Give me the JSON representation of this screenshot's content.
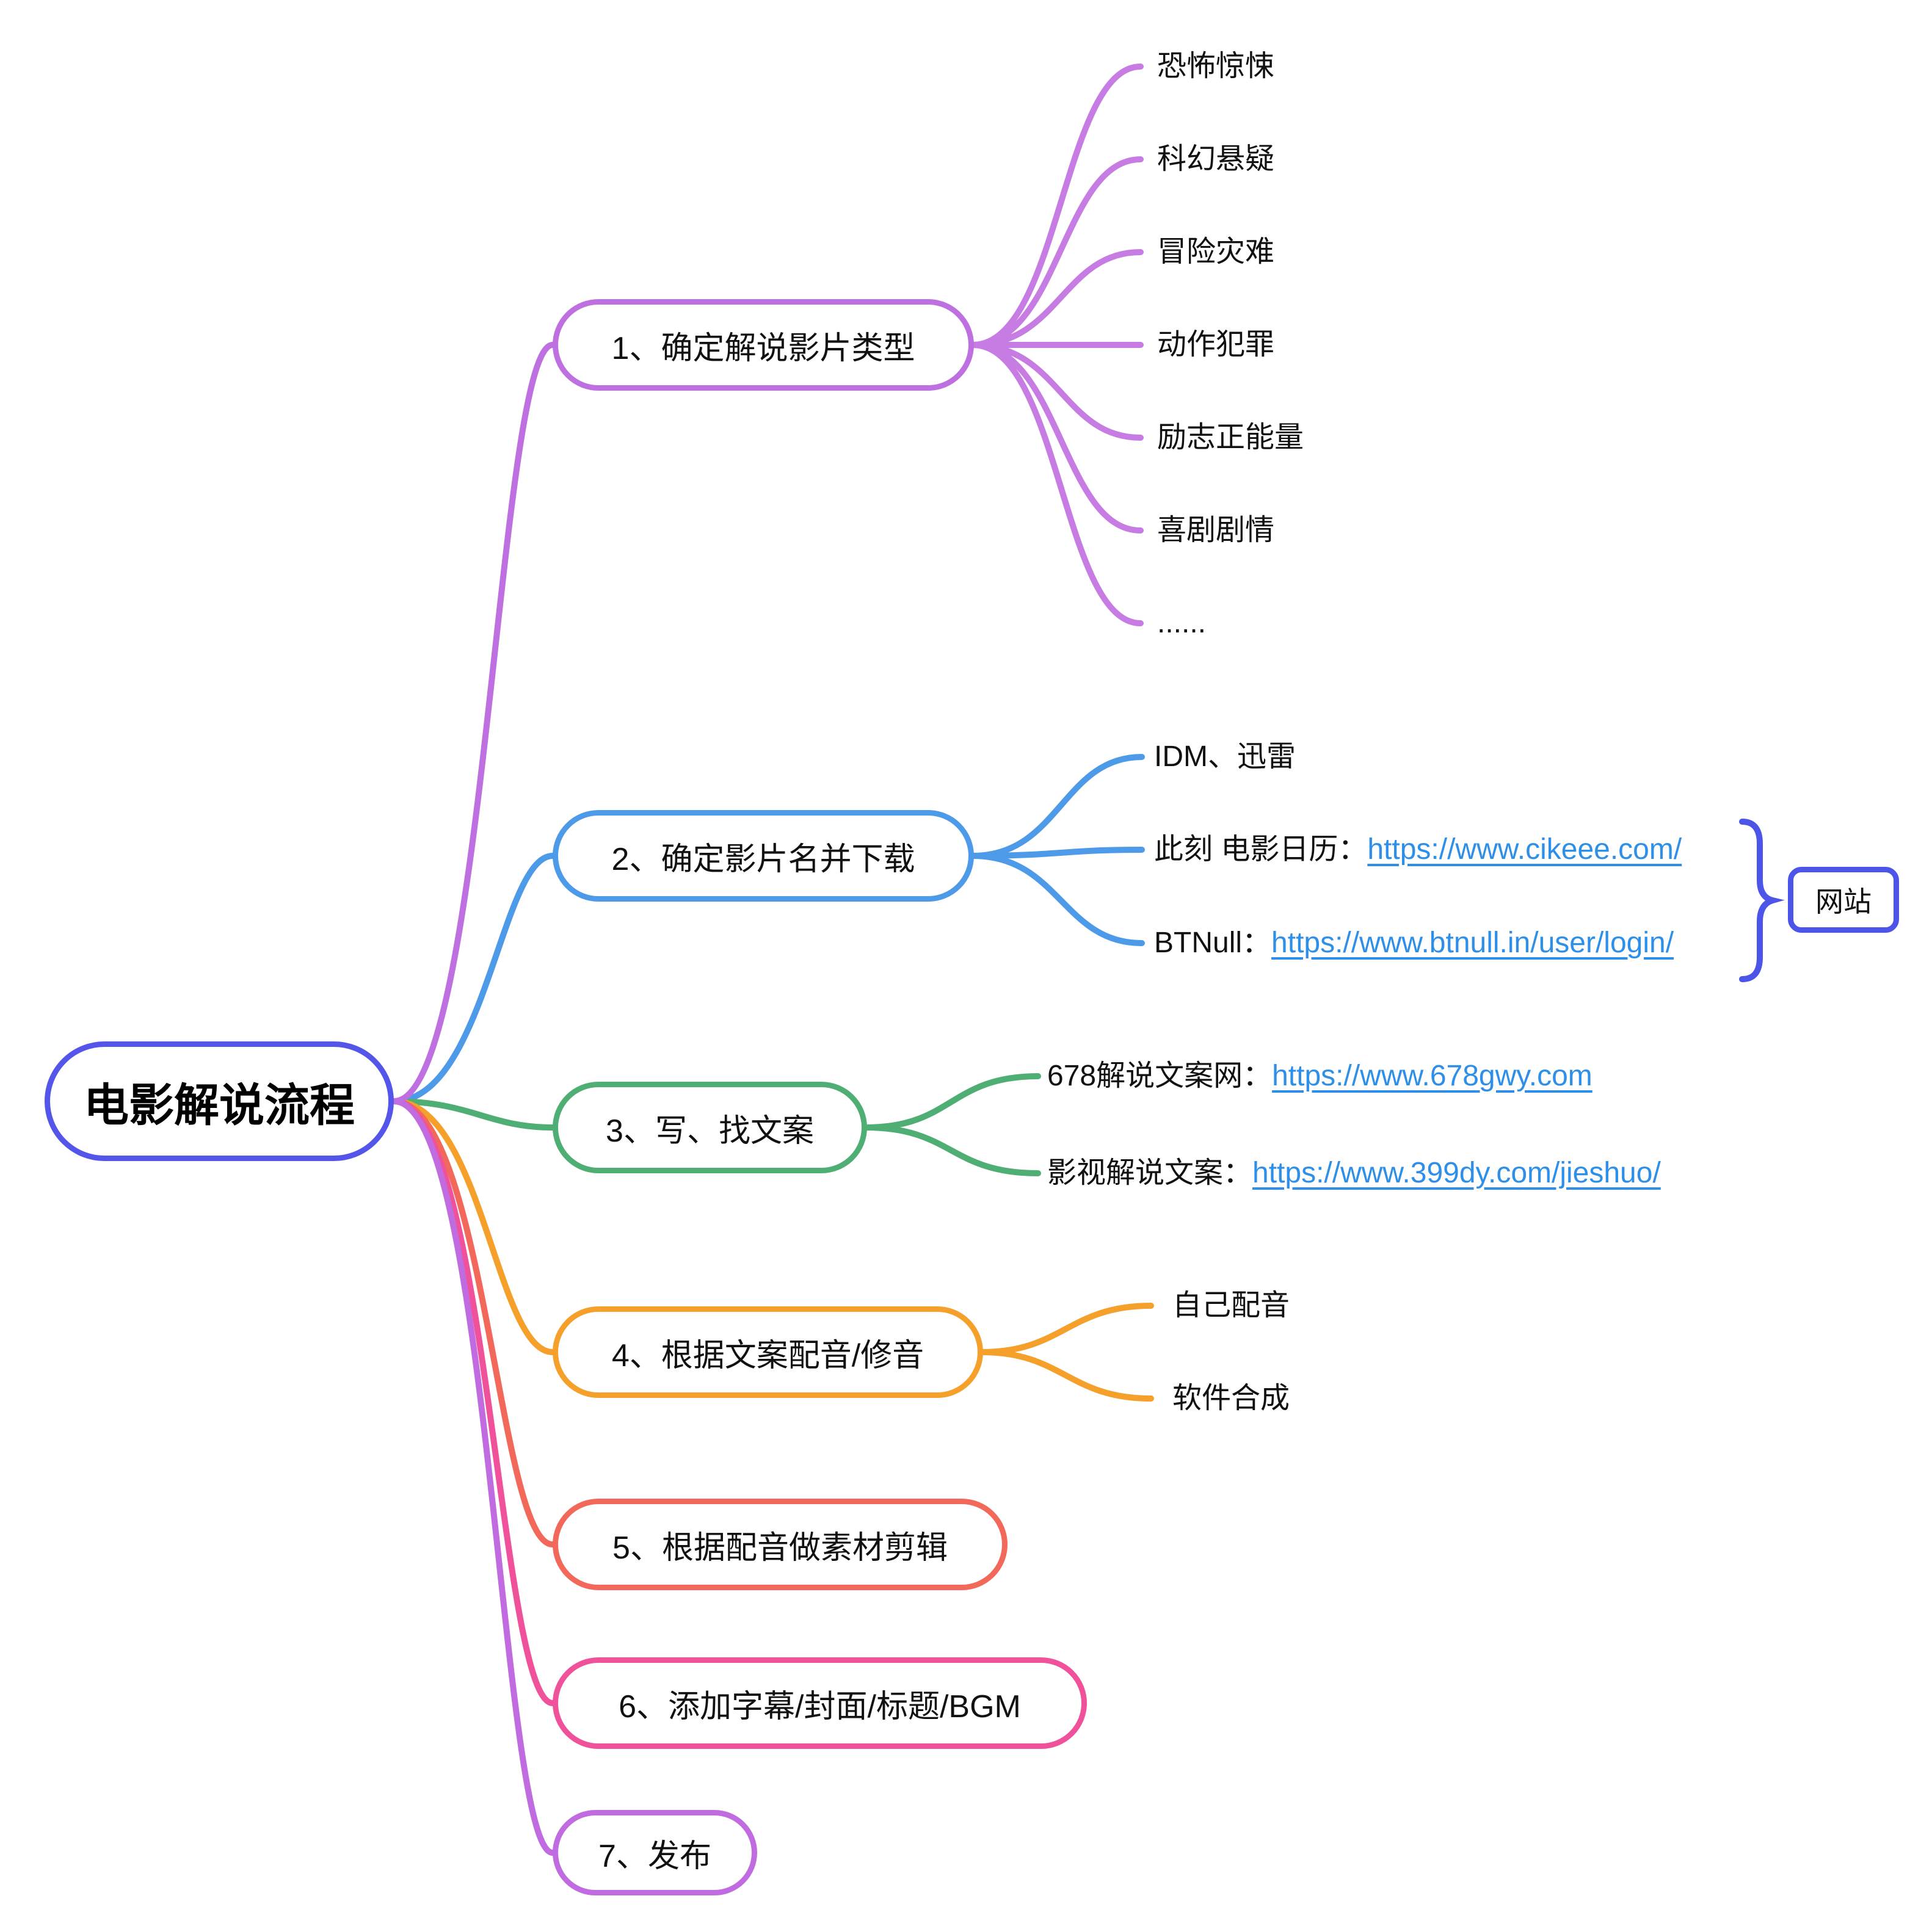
{
  "root": {
    "label": "电影解说流程",
    "color": "#5356E8"
  },
  "link_color": "#2E8FE8",
  "annotation": {
    "label": "网站",
    "color": "#4C55E8"
  },
  "branches": [
    {
      "label": "1、确定解说影片类型",
      "color": "#BE6FE0",
      "line_color": "#C77CE4",
      "leaves": [
        {
          "text": "恐怖惊悚"
        },
        {
          "text": "科幻悬疑"
        },
        {
          "text": "冒险灾难"
        },
        {
          "text": "动作犯罪"
        },
        {
          "text": "励志正能量"
        },
        {
          "text": "喜剧剧情"
        },
        {
          "text": "......"
        }
      ]
    },
    {
      "label": "2、确定影片名并下载",
      "color": "#4D9AE8",
      "line_color": "#4D9AE8",
      "leaves": [
        {
          "text": "IDM、迅雷"
        },
        {
          "prefix": "此刻 电影日历：",
          "url": "https://www.cikeee.com/"
        },
        {
          "prefix": "BTNull：",
          "url": "https://www.btnull.in/user/login/"
        }
      ]
    },
    {
      "label": "3、写、找文案",
      "color": "#4FAE73",
      "line_color": "#4FAE73",
      "leaves": [
        {
          "prefix": "678解说文案网：",
          "url": "https://www.678gwy.com"
        },
        {
          "prefix": "影视解说文案：",
          "url": "https://www.399dy.com/jieshuo/"
        }
      ]
    },
    {
      "label": "4、根据文案配音/修音",
      "color": "#F5A02B",
      "line_color": "#F5A02B",
      "leaves": [
        {
          "text": "自己配音"
        },
        {
          "text": "软件合成"
        }
      ]
    },
    {
      "label": "5、根据配音做素材剪辑",
      "color": "#F2695C",
      "line_color": "#F2695C",
      "leaves": []
    },
    {
      "label": "6、添加字幕/封面/标题/BGM",
      "color": "#F0519B",
      "line_color": "#F0519B",
      "leaves": []
    },
    {
      "label": "7、发布",
      "color": "#C06CE0",
      "line_color": "#C06CE0",
      "leaves": []
    }
  ]
}
